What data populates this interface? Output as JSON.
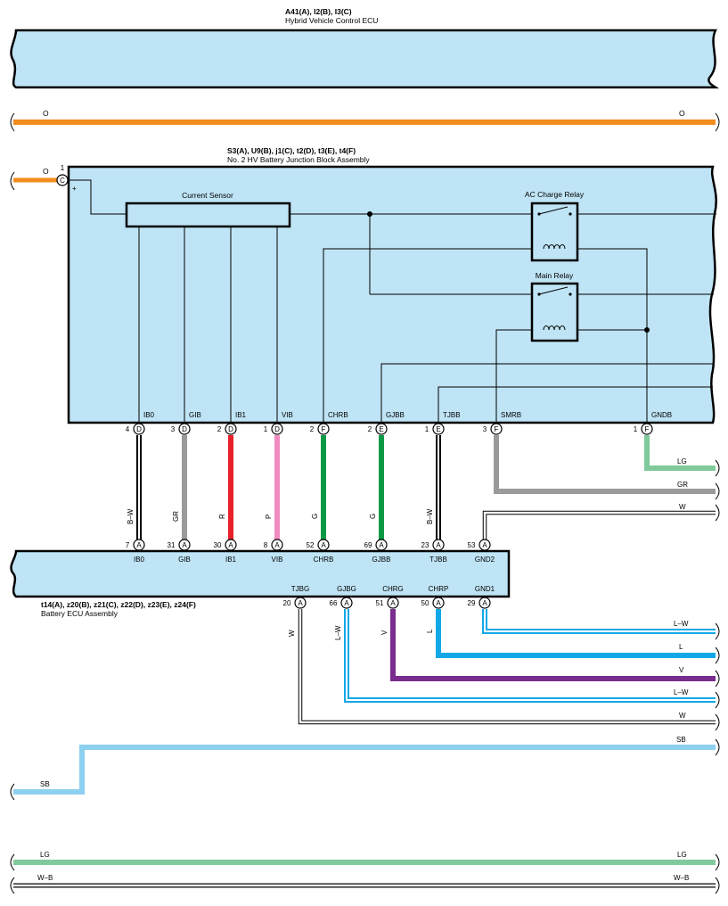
{
  "colors": {
    "block_fill": "#bfe4f5",
    "O": "#f28c1e",
    "R": "#e8202a",
    "P": "#f08cc0",
    "G": "#0a9a46",
    "GR": "#9a9a9a",
    "LG": "#80c99a",
    "L": "#12a8e6",
    "V": "#7a2c8f",
    "SB": "#8dd0f0"
  },
  "hv_ecu": {
    "connectors": "A41(A), I2(B), I3(C)",
    "name": "Hybrid Vehicle Control ECU"
  },
  "junction_block": {
    "connectors": "S3(A), U9(B), j1(C), t2(D), t3(E), t4(F)",
    "name": "No.  2 HV Battery Junction Block Assembly",
    "current_sensor": "Current Sensor",
    "ac_charge_relay": "AC Charge Relay",
    "main_relay": "Main Relay",
    "plus": "+",
    "input": {
      "wire": "O",
      "pin": "1",
      "conn": "C"
    },
    "terminals": [
      {
        "label": "IB0",
        "pin": "4",
        "conn": "D"
      },
      {
        "label": "GIB",
        "pin": "3",
        "conn": "D"
      },
      {
        "label": "IB1",
        "pin": "2",
        "conn": "D"
      },
      {
        "label": "VIB",
        "pin": "1",
        "conn": "D"
      },
      {
        "label": "CHRB",
        "pin": "2",
        "conn": "F"
      },
      {
        "label": "GJBB",
        "pin": "2",
        "conn": "E"
      },
      {
        "label": "TJBB",
        "pin": "1",
        "conn": "E"
      },
      {
        "label": "SMRB",
        "pin": "3",
        "conn": "F"
      },
      {
        "label": "GNDB",
        "pin": "1",
        "conn": "F"
      }
    ]
  },
  "vertical_wires": [
    "B–W",
    "GR",
    "R",
    "P",
    "G",
    "G",
    "B–W"
  ],
  "battery_ecu": {
    "connectors": "t14(A), z20(B), z21(C), z22(D), z23(E), z24(F)",
    "name": "Battery ECU Assembly",
    "top_terminals": [
      {
        "label": "IB0",
        "pin": "7",
        "conn": "A"
      },
      {
        "label": "GIB",
        "pin": "31",
        "conn": "A"
      },
      {
        "label": "IB1",
        "pin": "30",
        "conn": "A"
      },
      {
        "label": "VIB",
        "pin": "8",
        "conn": "A"
      },
      {
        "label": "CHRB",
        "pin": "52",
        "conn": "A"
      },
      {
        "label": "GJBB",
        "pin": "69",
        "conn": "A"
      },
      {
        "label": "TJBB",
        "pin": "23",
        "conn": "A"
      },
      {
        "label": "GND2",
        "pin": "53",
        "conn": "A"
      }
    ],
    "bottom_terminals": [
      {
        "label": "TJBG",
        "pin": "20",
        "conn": "A"
      },
      {
        "label": "GJBG",
        "pin": "66",
        "conn": "A"
      },
      {
        "label": "CHRG",
        "pin": "51",
        "conn": "A"
      },
      {
        "label": "CHRP",
        "pin": "50",
        "conn": "A"
      },
      {
        "label": "GND1",
        "pin": "29",
        "conn": "A"
      }
    ],
    "bottom_wire_labels": [
      "W",
      "L–W",
      "V",
      "L"
    ]
  },
  "right_wires": {
    "lg_upper": "LG",
    "gr": "GR",
    "w_gnd2": "W",
    "lw_gnd1": "L–W",
    "l_chrp": "L",
    "v_chrg": "V",
    "lw_gjbg": "L–W",
    "w_tjbg": "W",
    "sb_right": "SB",
    "sb_left": "SB"
  },
  "bus_labels": {
    "o_left": "O",
    "o_right": "O",
    "lg_left": "LG",
    "lg_right": "LG",
    "wb_left": "W–B",
    "wb_right": "W–B"
  }
}
